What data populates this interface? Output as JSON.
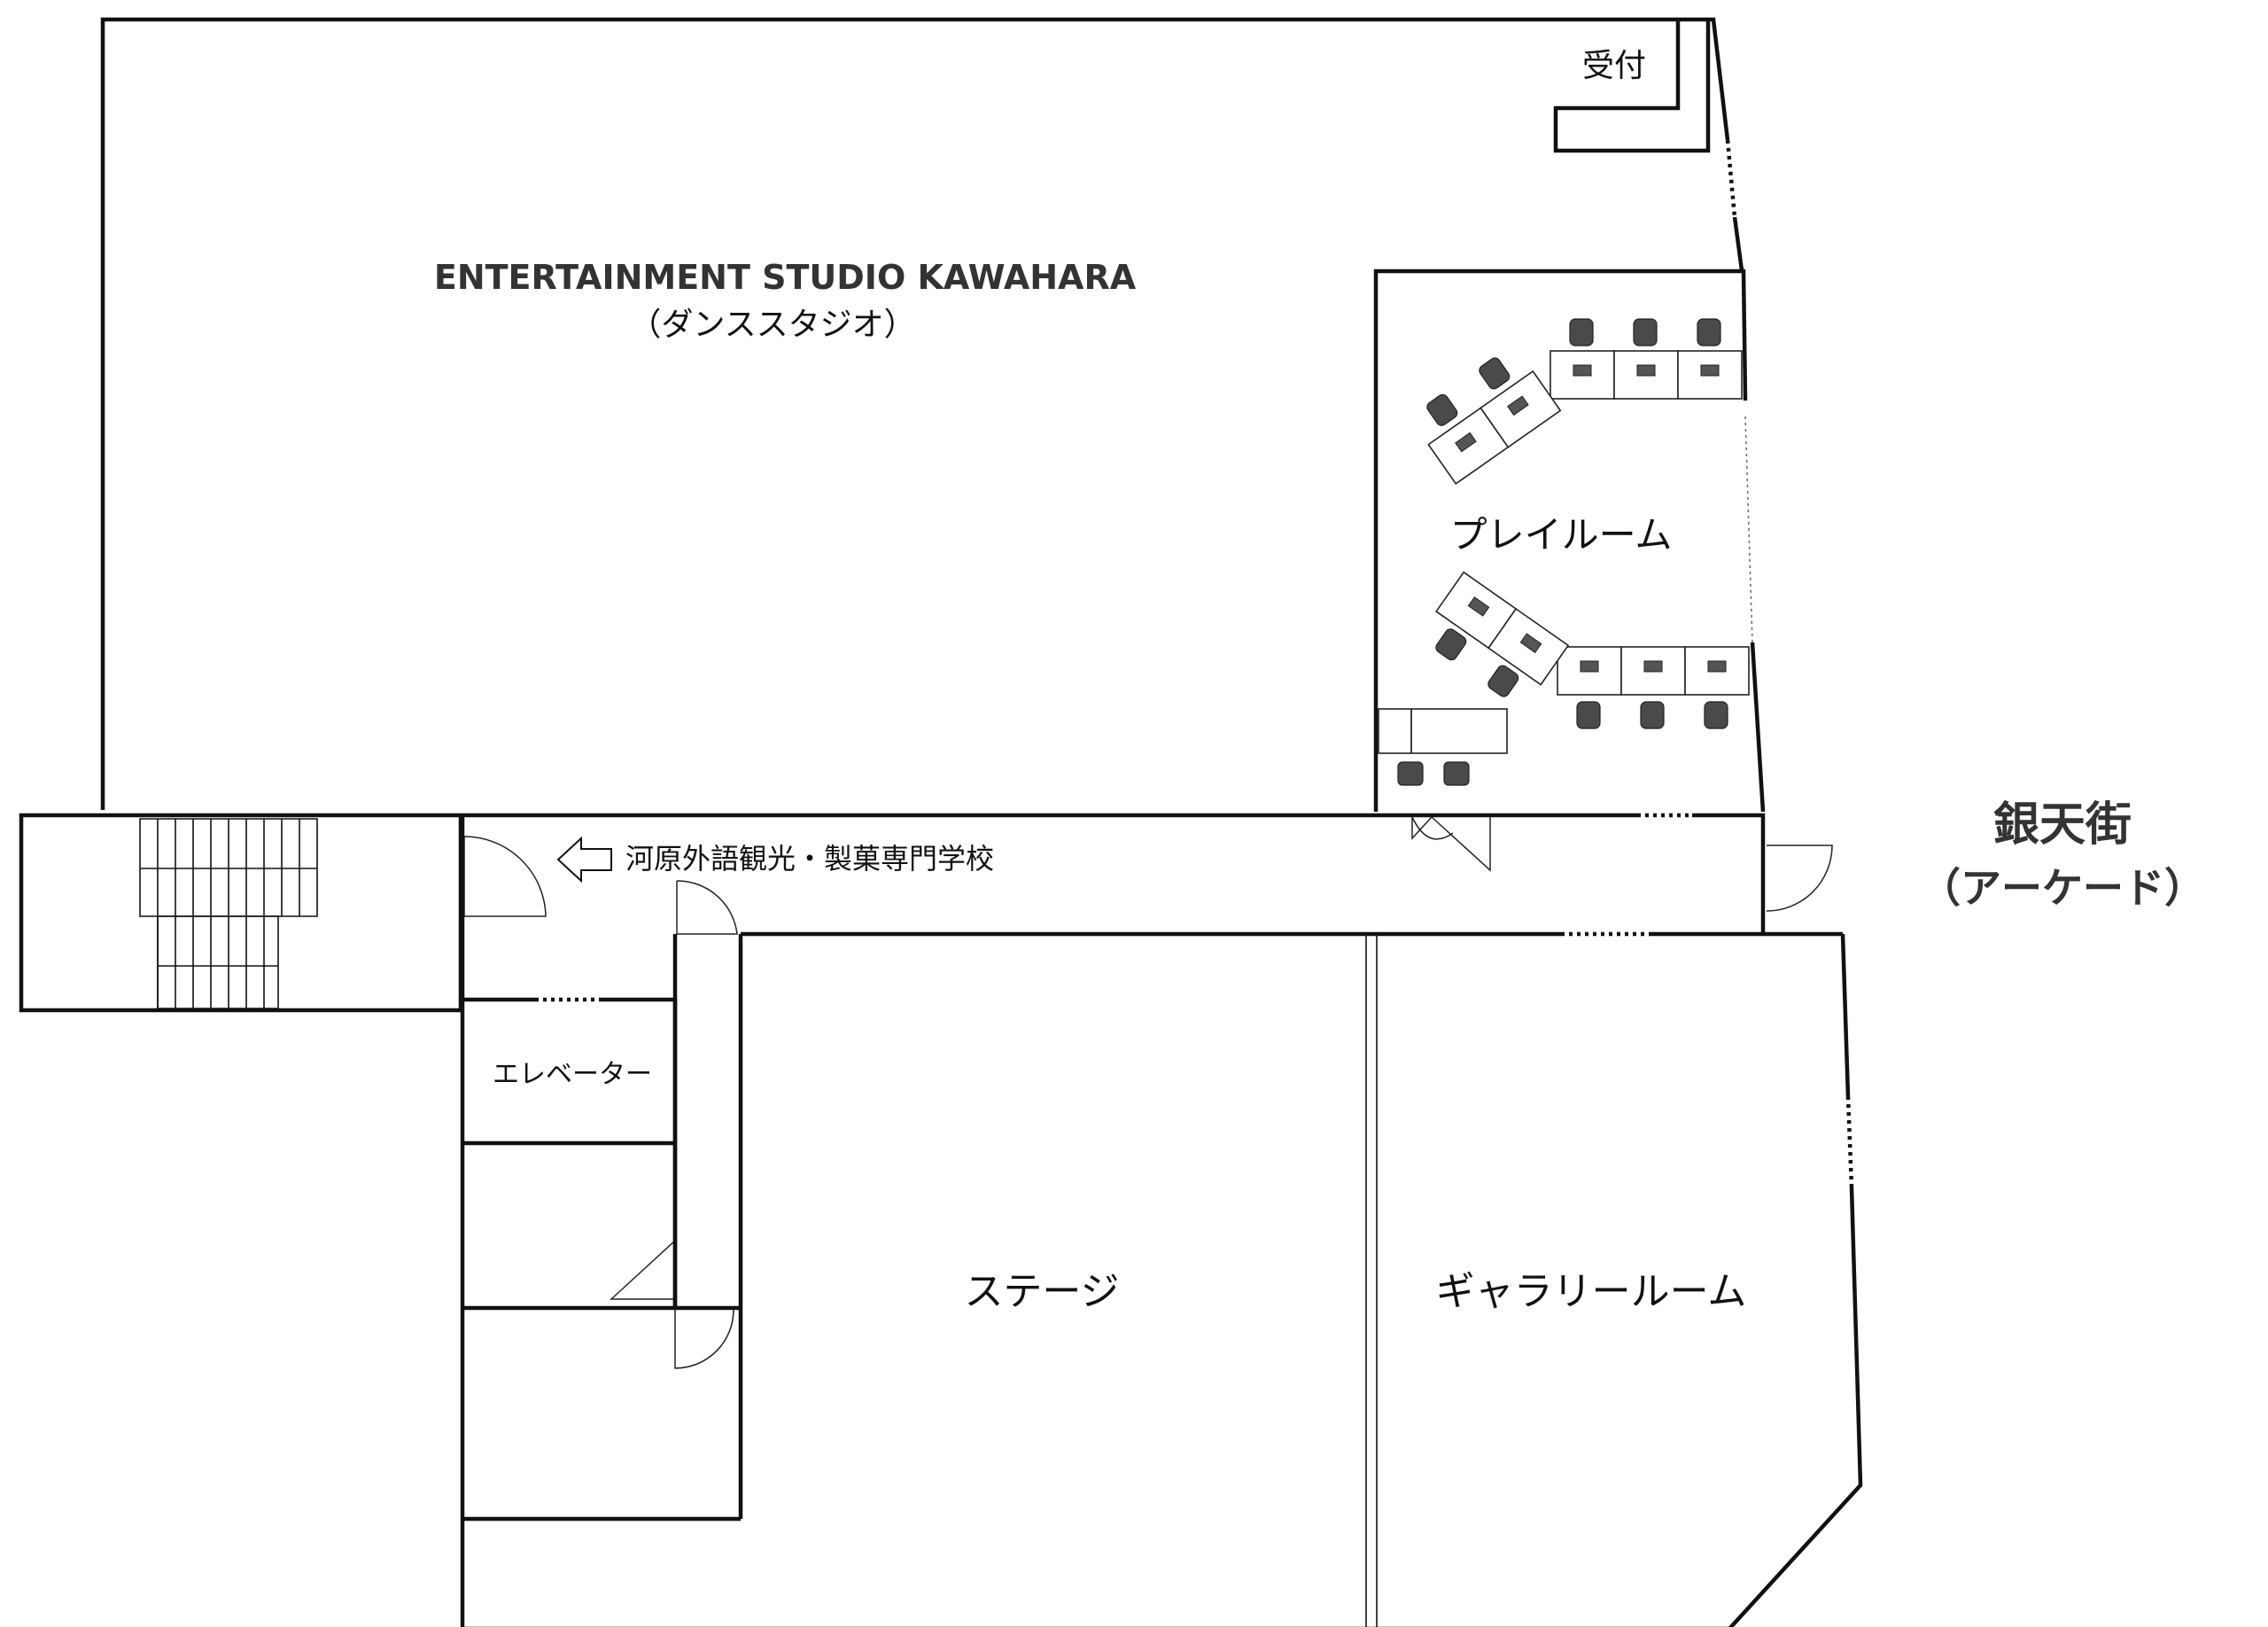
{
  "rooms": {
    "dance_studio_name": "ENTERTAINMENT STUDIO KAWAHARA",
    "dance_studio_sub": "（ダンススタジオ）",
    "reception": "受付",
    "play_room": "プレイルーム",
    "elevator": "エレベーター",
    "stage": "ステージ",
    "gallery": "ギャラリールーム"
  },
  "corridor": {
    "direction_label": "河原外語観光・製菓専門学校",
    "arrow_icon": "left-arrow-icon"
  },
  "outside": {
    "street_name": "銀天街",
    "street_sub": "（アーケード）"
  }
}
